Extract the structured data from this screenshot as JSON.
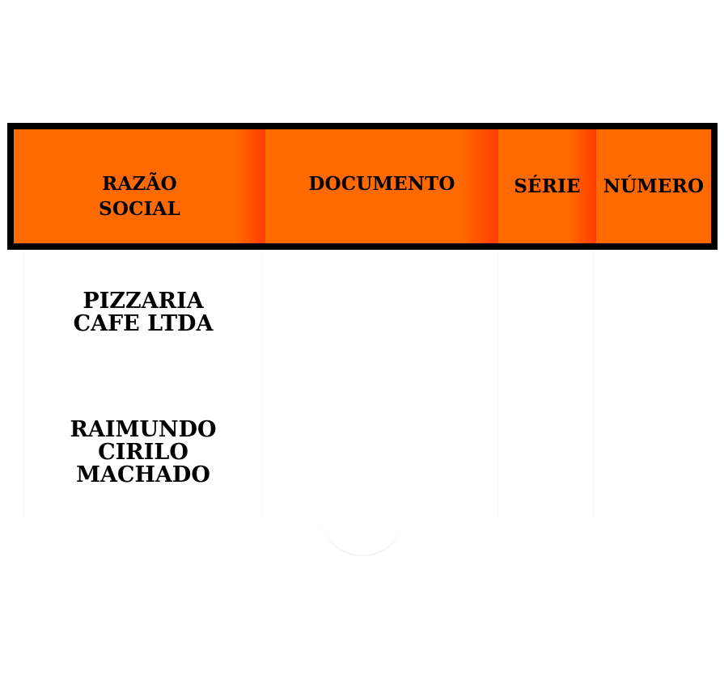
{
  "table": {
    "header": {
      "razao_social": "RAZÃO SOCIAL",
      "documento": "DOCUMENTO",
      "serie": "SÉRIE",
      "numero": "NÚMERO"
    },
    "rows": [
      {
        "razao_social": "PIZZARIA CAFE LTDA",
        "documento": "",
        "serie": "",
        "numero": ""
      },
      {
        "razao_social": "RAIMUNDO CIRILO MACHADO",
        "documento": "",
        "serie": "",
        "numero": ""
      }
    ]
  },
  "colors": {
    "header_background": "#ff6a00",
    "header_shade": "#ff3c00",
    "frame_border": "#000000",
    "text": "#000000"
  }
}
